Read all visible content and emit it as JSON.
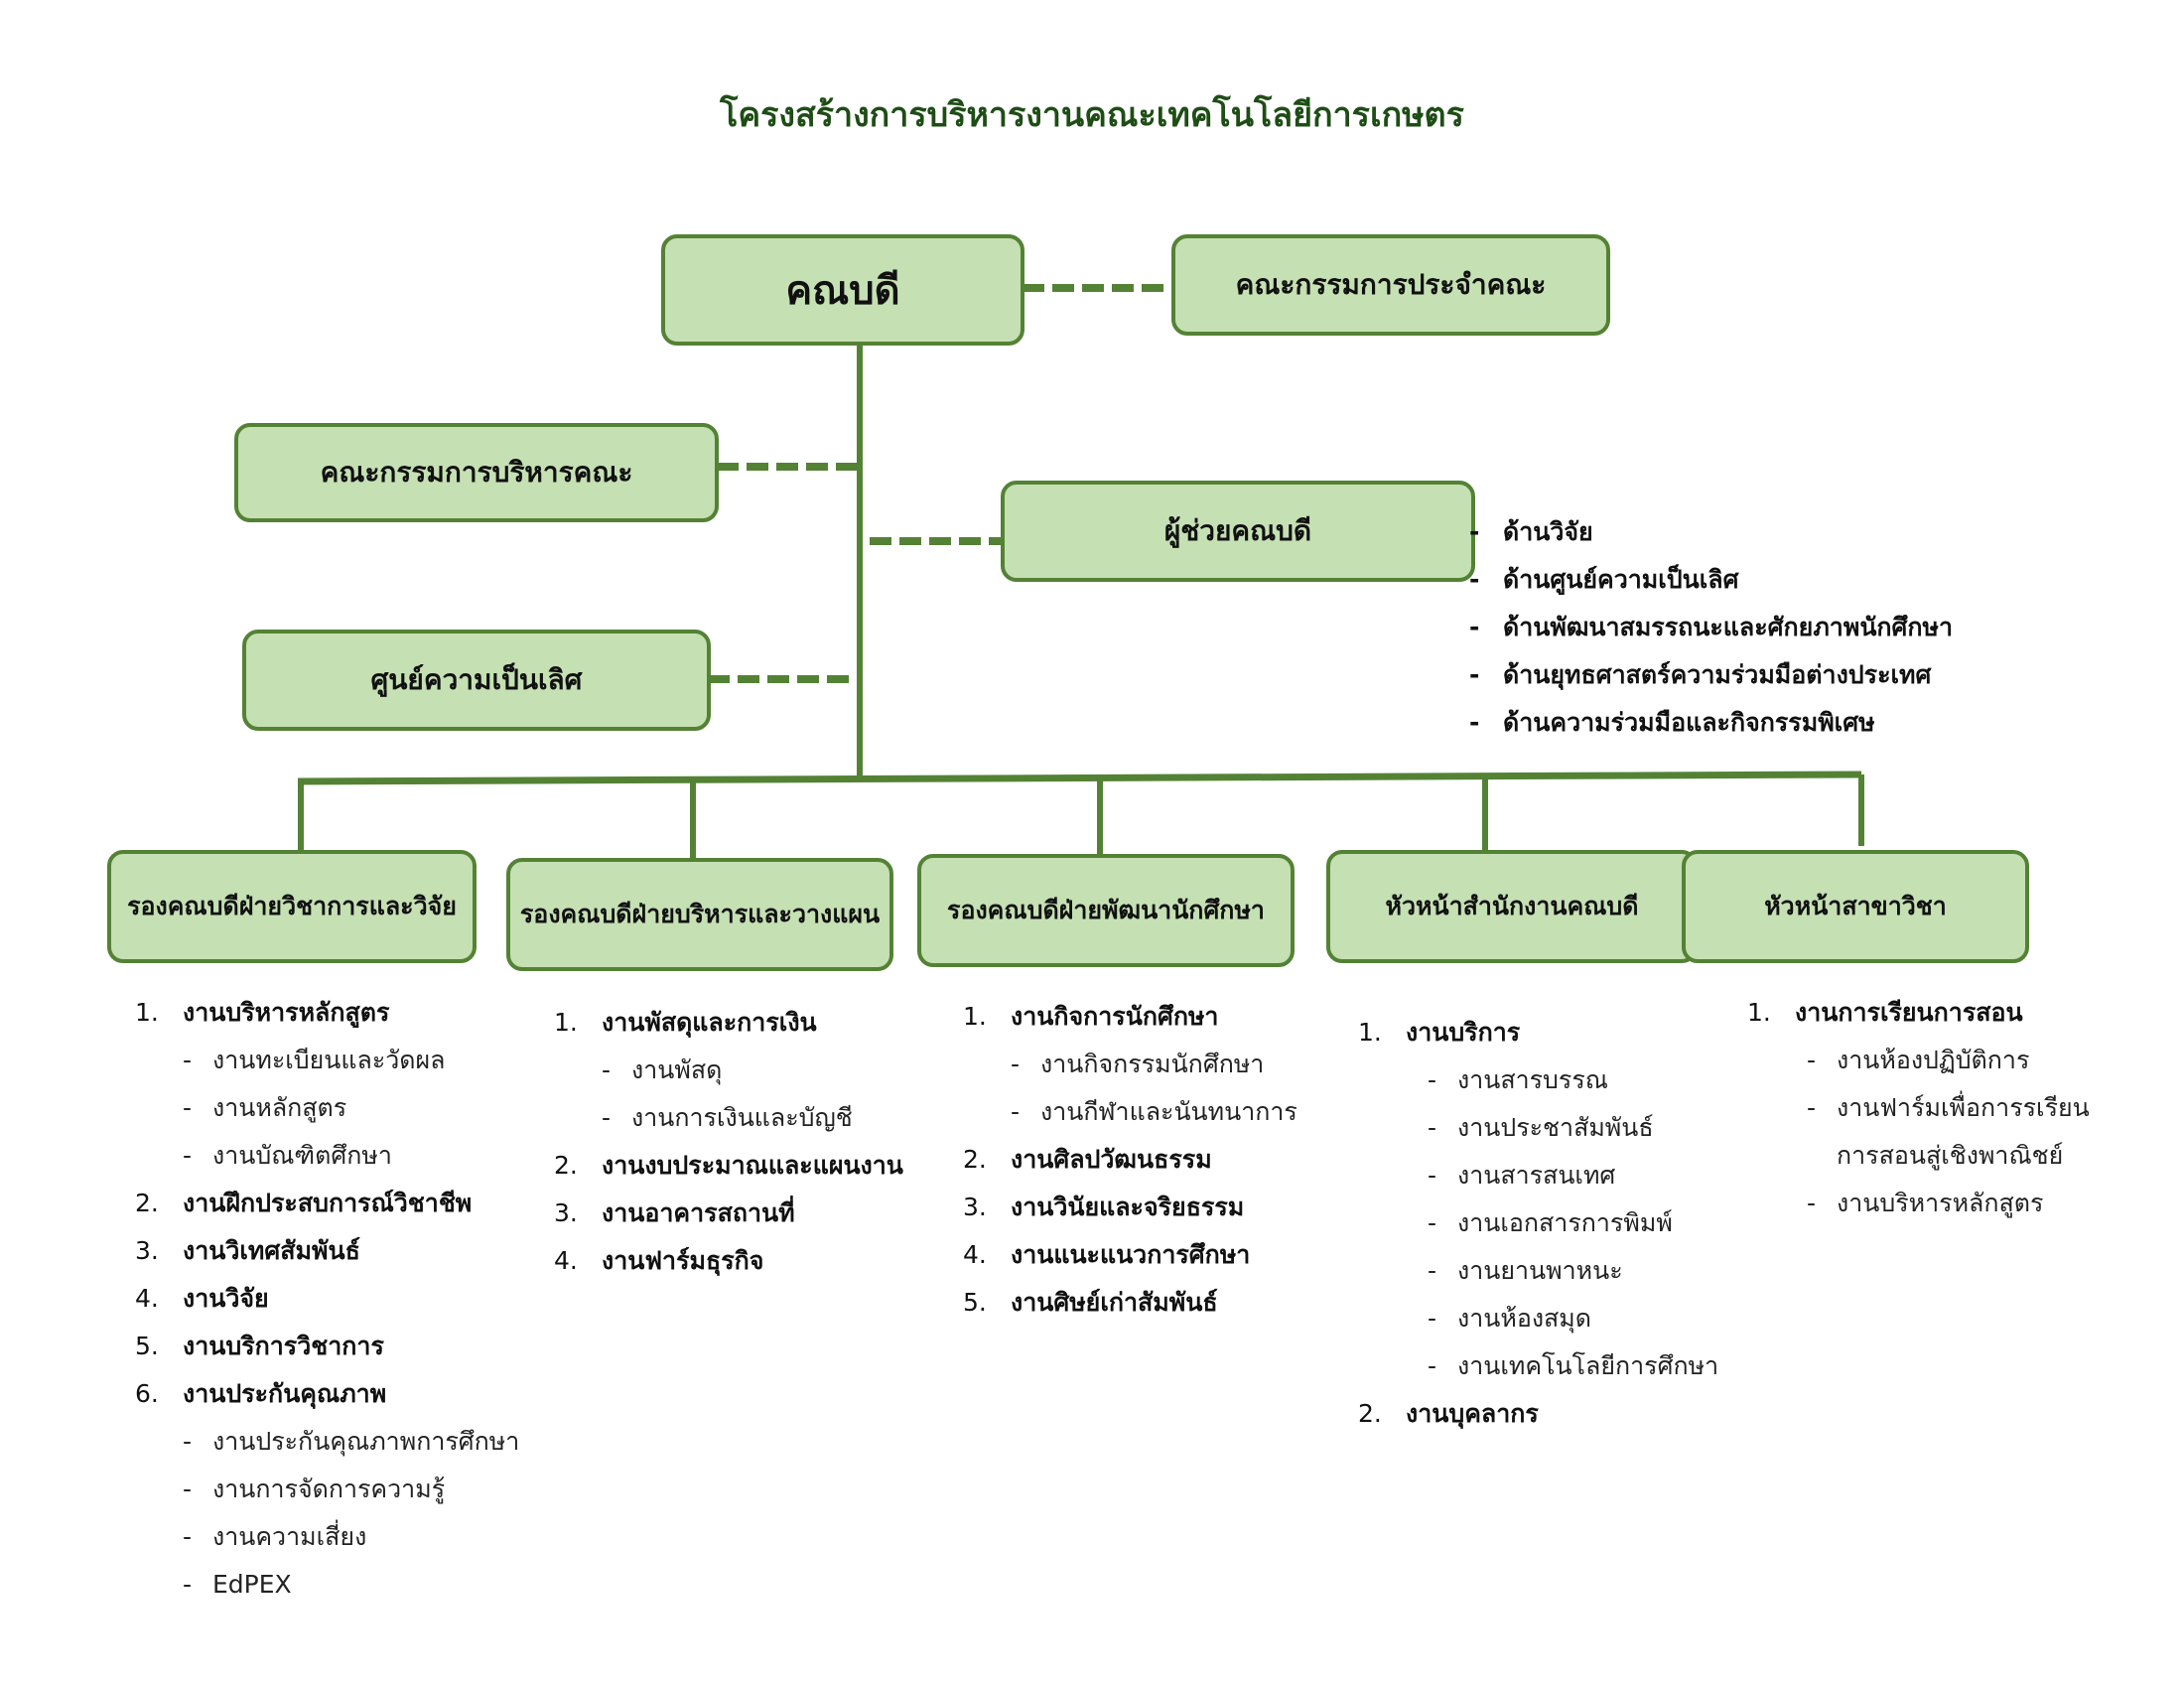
{
  "title": "โครงสร้างการบริหารงานคณะเทคโนโลยีการเกษตร",
  "colors": {
    "box_fill": "#c5e0b3",
    "box_border": "#548235",
    "title": "#1e4d16",
    "line": "#548235"
  },
  "dean": "คณบดี",
  "faculty_committee": "คณะกรรมการประจำคณะ",
  "admin_committee": "คณะกรรมการบริหารคณะ",
  "excellence_center": "ศูนย์ความเป็นเลิศ",
  "assistant_dean": {
    "label": "ผู้ช่วยคณบดี",
    "areas": [
      "ด้านวิจัย",
      "ด้านศูนย์ความเป็นเลิศ",
      "ด้านพัฒนาสมรรถนะและศักยภาพนักศึกษา",
      "ด้านยุทธศาสตร์ความร่วมมือต่างประเทศ",
      "ด้านความร่วมมือและกิจกรรมพิเศษ"
    ]
  },
  "units": [
    {
      "label": "รองคณบดีฝ่ายวิชาการและวิจัย",
      "items": [
        {
          "num": "1.",
          "text": "งานบริหารหลักสูตร",
          "subs": [
            "งานทะเบียนและวัดผล",
            "งานหลักสูตร",
            "งานบัณฑิตศึกษา"
          ]
        },
        {
          "num": "2.",
          "text": "งานฝึกประสบการณ์วิชาชีพ",
          "subs": []
        },
        {
          "num": "3.",
          "text": "งานวิเทศสัมพันธ์",
          "subs": []
        },
        {
          "num": "4.",
          "text": "งานวิจัย",
          "subs": []
        },
        {
          "num": "5.",
          "text": "งานบริการวิชาการ",
          "subs": []
        },
        {
          "num": "6.",
          "text": "งานประกันคุณภาพ",
          "subs": [
            "งานประกันคุณภาพการศึกษา",
            "งานการจัดการความรู้",
            "งานความเสี่ยง",
            "EdPEX"
          ]
        }
      ]
    },
    {
      "label": "รองคณบดีฝ่ายบริหารและวางแผน",
      "items": [
        {
          "num": "1.",
          "text": "งานพัสดุและการเงิน",
          "subs": [
            "งานพัสดุ",
            "งานการเงินและบัญชี"
          ]
        },
        {
          "num": "2.",
          "text": "งานงบประมาณและแผนงาน",
          "subs": []
        },
        {
          "num": "3.",
          "text": "งานอาคารสถานที่",
          "subs": []
        },
        {
          "num": "4.",
          "text": "งานฟาร์มธุรกิจ",
          "subs": []
        }
      ]
    },
    {
      "label": "รองคณบดีฝ่ายพัฒนานักศึกษา",
      "items": [
        {
          "num": "1.",
          "text": "งานกิจการนักศึกษา",
          "subs": [
            "งานกิจกรรมนักศึกษา",
            "งานกีฬาและนันทนาการ"
          ]
        },
        {
          "num": "2.",
          "text": "งานศิลปวัฒนธรรม",
          "subs": []
        },
        {
          "num": "3.",
          "text": "งานวินัยและจริยธรรม",
          "subs": []
        },
        {
          "num": "4.",
          "text": "งานแนะแนวการศึกษา",
          "subs": []
        },
        {
          "num": "5.",
          "text": "งานศิษย์เก่าสัมพันธ์",
          "subs": []
        }
      ]
    },
    {
      "label": "หัวหน้าสำนักงานคณบดี",
      "items": [
        {
          "num": "1.",
          "text": "งานบริการ",
          "subs": [
            "งานสารบรรณ",
            "งานประชาสัมพันธ์",
            "งานสารสนเทศ",
            "งานเอกสารการพิมพ์",
            "งานยานพาหนะ",
            "งานห้องสมุด",
            "งานเทคโนโลยีการศึกษา"
          ]
        },
        {
          "num": "2.",
          "text": "งานบุคลากร",
          "subs": []
        }
      ]
    },
    {
      "label": "หัวหน้าสาขาวิชา",
      "items": [
        {
          "num": "1.",
          "text": "งานการเรียนการสอน",
          "subs": [
            "งานห้องปฏิบัติการ",
            "งานฟาร์มเพื่อการรเรียนการสอนสู่เชิงพาณิชย์",
            "งานบริหารหลักสูตร"
          ]
        }
      ]
    }
  ]
}
